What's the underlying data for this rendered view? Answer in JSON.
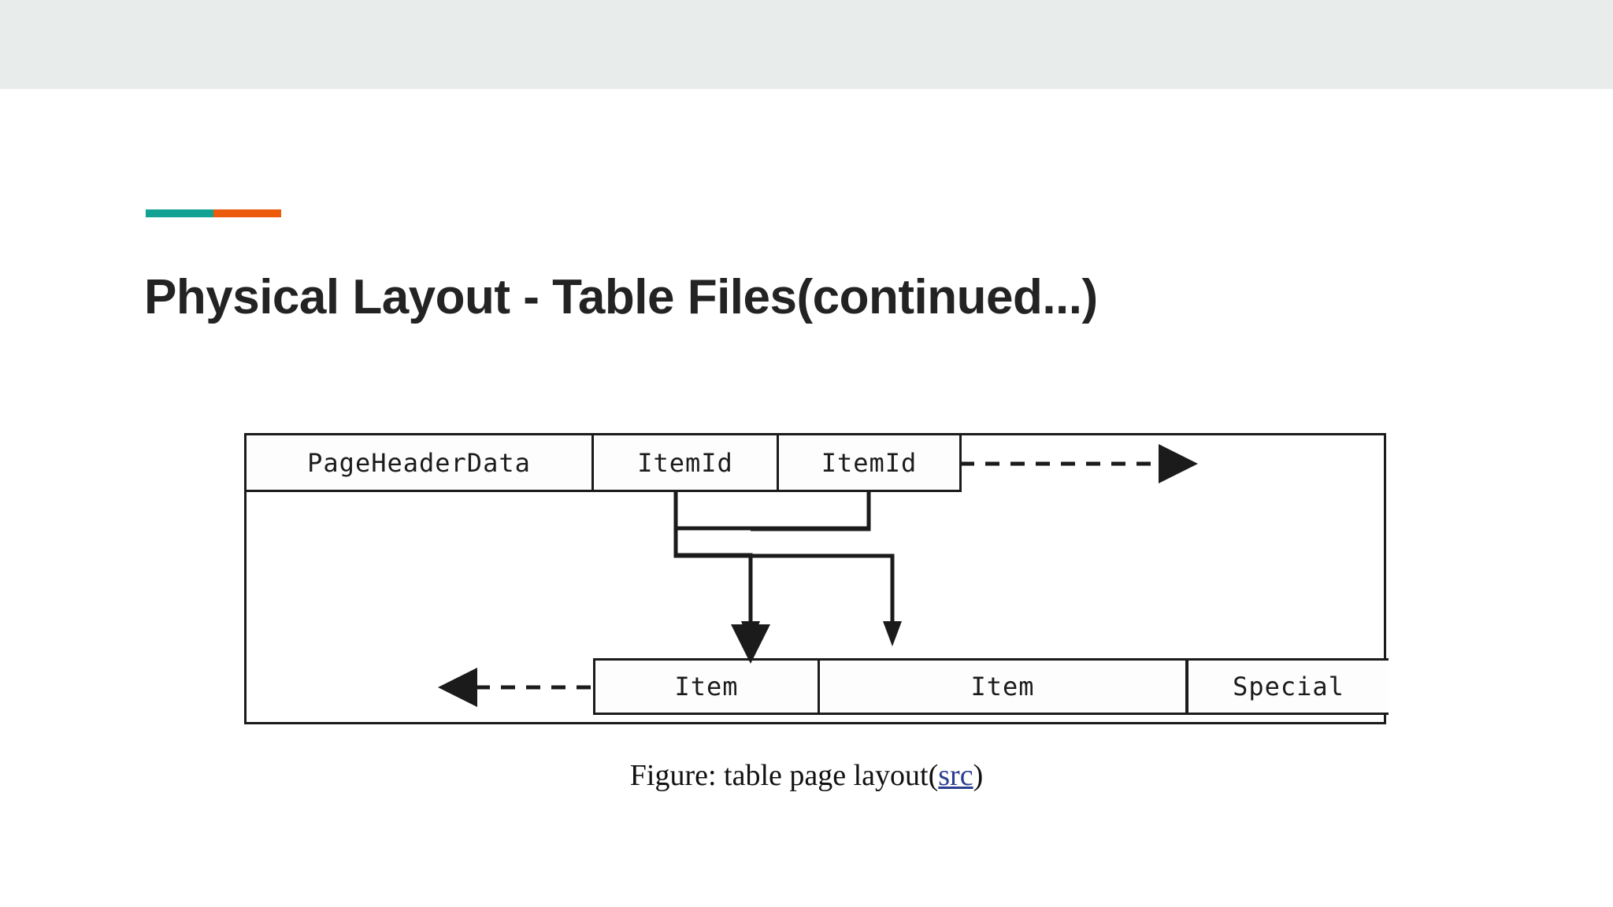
{
  "slide": {
    "title": "Physical Layout - Table Files(continued...)",
    "accent": {
      "teal": "#12a193",
      "orange": "#ec5a0b"
    },
    "band_color": "#e8edec"
  },
  "figure": {
    "caption_prefix": "Figure: table page layout(",
    "caption_link": "src",
    "caption_suffix": ")",
    "diagram": {
      "header_row": [
        {
          "label": "PageHeaderData"
        },
        {
          "label": "ItemId"
        },
        {
          "label": "ItemId"
        }
      ],
      "item_row": [
        {
          "label": "Item"
        },
        {
          "label": "Item"
        },
        {
          "label": "Special"
        }
      ],
      "arrows": [
        {
          "name": "free-space-right",
          "style": "dashed",
          "direction": "right"
        },
        {
          "name": "free-space-left",
          "style": "dashed",
          "direction": "left"
        },
        {
          "name": "itemid-1-to-item-1",
          "style": "solid",
          "direction": "down"
        },
        {
          "name": "itemid-2-to-item-2",
          "style": "solid",
          "direction": "down"
        }
      ],
      "stroke_color": "#1b1b1b"
    }
  }
}
